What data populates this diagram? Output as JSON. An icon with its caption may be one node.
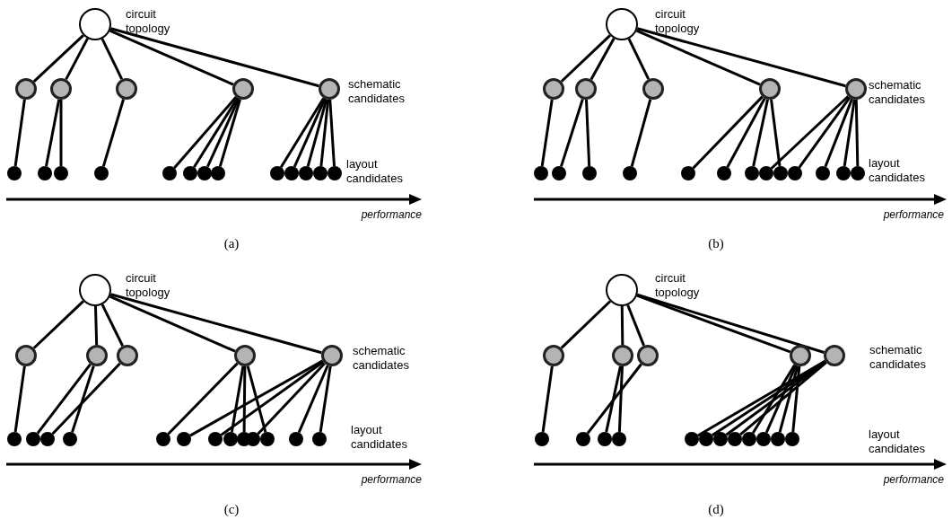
{
  "diagram": {
    "nodes": [
      {
        "text": [],
        "shape": "circle",
        "beside": [
          "circuit topology"
        ]
      },
      {
        "text": [],
        "shape": "circle"
      },
      {
        "text": [],
        "shape": "circle"
      },
      {
        "text": [],
        "shape": "circle"
      },
      {
        "text": [],
        "shape": "circle"
      },
      {
        "text": [],
        "shape": "circle",
        "beside": [
          "schematic candidates"
        ]
      },
      {
        "text": [],
        "shape": "circle"
      },
      {
        "text": [],
        "shape": "circle"
      },
      {
        "text": [],
        "shape": "circle"
      },
      {
        "text": [],
        "shape": "circle"
      },
      {
        "text": [],
        "shape": "circle"
      },
      {
        "text": [],
        "shape": "circle"
      },
      {
        "text": [],
        "shape": "circle"
      },
      {
        "text": [],
        "shape": "circle"
      },
      {
        "text": [],
        "shape": "circle"
      },
      {
        "text": [],
        "shape": "circle"
      },
      {
        "text": [],
        "shape": "circle"
      },
      {
        "text": [],
        "shape": "circle"
      },
      {
        "text": [],
        "shape": "circle",
        "beside": [
          "layout candidates"
        ]
      },
      {
        "text": [],
        "shape": "circle",
        "beside": [
          "circuit topology"
        ]
      },
      {
        "text": [],
        "shape": "circle"
      },
      {
        "text": [],
        "shape": "circle"
      },
      {
        "text": [],
        "shape": "circle"
      },
      {
        "text": [],
        "shape": "circle"
      },
      {
        "text": [],
        "shape": "circle",
        "beside": [
          "schematic candidates"
        ]
      },
      {
        "text": [],
        "shape": "circle"
      },
      {
        "text": [],
        "shape": "circle"
      },
      {
        "text": [],
        "shape": "circle"
      },
      {
        "text": [],
        "shape": "circle"
      },
      {
        "text": [],
        "shape": "circle"
      },
      {
        "text": [],
        "shape": "circle"
      },
      {
        "text": [],
        "shape": "circle"
      },
      {
        "text": [],
        "shape": "circle"
      },
      {
        "text": [],
        "shape": "circle"
      },
      {
        "text": [],
        "shape": "circle"
      },
      {
        "text": [],
        "shape": "circle"
      },
      {
        "text": [],
        "shape": "circle"
      },
      {
        "text": [],
        "shape": "circle",
        "beside": [
          "layout candidates"
        ]
      },
      {
        "text": [],
        "shape": "circle",
        "beside": [
          "circuit topology"
        ]
      },
      {
        "text": [],
        "shape": "circle"
      },
      {
        "text": [],
        "shape": "circle"
      },
      {
        "text": [],
        "shape": "circle"
      },
      {
        "text": [],
        "shape": "circle"
      },
      {
        "text": [],
        "shape": "circle",
        "beside": [
          "schematic candidates"
        ]
      },
      {
        "text": [],
        "shape": "circle"
      },
      {
        "text": [],
        "shape": "circle"
      },
      {
        "text": [],
        "shape": "circle"
      },
      {
        "text": [],
        "shape": "circle"
      },
      {
        "text": [],
        "shape": "circle"
      },
      {
        "text": [],
        "shape": "circle"
      },
      {
        "text": [],
        "shape": "circle"
      },
      {
        "text": [],
        "shape": "circle"
      },
      {
        "text": [],
        "shape": "circle"
      },
      {
        "text": [],
        "shape": "circle"
      },
      {
        "text": [],
        "shape": "circle"
      },
      {
        "text": [],
        "shape": "circle"
      },
      {
        "text": [],
        "shape": "circle",
        "beside": [
          "layout candidates"
        ]
      },
      {
        "text": [],
        "shape": "circle",
        "beside": [
          "circuit topology"
        ]
      },
      {
        "text": [],
        "shape": "circle"
      },
      {
        "text": [],
        "shape": "circle"
      },
      {
        "text": [],
        "shape": "circle"
      },
      {
        "text": [],
        "shape": "circle"
      },
      {
        "text": [],
        "shape": "circle",
        "beside": [
          "schematic candidates"
        ]
      },
      {
        "text": [],
        "shape": "circle"
      },
      {
        "text": [],
        "shape": "circle"
      },
      {
        "text": [],
        "shape": "circle"
      },
      {
        "text": [],
        "shape": "circle"
      },
      {
        "text": [],
        "shape": "circle"
      },
      {
        "text": [],
        "shape": "circle"
      },
      {
        "text": [],
        "shape": "circle"
      },
      {
        "text": [],
        "shape": "circle"
      },
      {
        "text": [],
        "shape": "circle"
      },
      {
        "text": [],
        "shape": "circle"
      },
      {
        "text": [],
        "shape": "circle"
      },
      {
        "text": [],
        "shape": "circle"
      }
    ],
    "edges": [
      {
        "from": 0,
        "to": 1,
        "arrow": "none"
      },
      {
        "from": 0,
        "to": 2,
        "arrow": "none"
      },
      {
        "from": 0,
        "to": 3,
        "arrow": "none"
      },
      {
        "from": 0,
        "to": 4,
        "arrow": "none"
      },
      {
        "from": 0,
        "to": 5,
        "arrow": "none"
      },
      {
        "from": 1,
        "to": 6,
        "arrow": "none"
      },
      {
        "from": 2,
        "to": 7,
        "arrow": "none"
      },
      {
        "from": 2,
        "to": 8,
        "arrow": "none"
      },
      {
        "from": 3,
        "to": 9,
        "arrow": "none"
      },
      {
        "from": 4,
        "to": 10,
        "arrow": "none"
      },
      {
        "from": 4,
        "to": 11,
        "arrow": "none"
      },
      {
        "from": 4,
        "to": 12,
        "arrow": "none"
      },
      {
        "from": 4,
        "to": 13,
        "arrow": "none"
      },
      {
        "from": 5,
        "to": 14,
        "arrow": "none"
      },
      {
        "from": 5,
        "to": 15,
        "arrow": "none"
      },
      {
        "from": 5,
        "to": 16,
        "arrow": "none"
      },
      {
        "from": 5,
        "to": 17,
        "arrow": "none"
      },
      {
        "from": 5,
        "to": 18,
        "arrow": "none"
      },
      {
        "from": 19,
        "to": 20,
        "arrow": "none"
      },
      {
        "from": 19,
        "to": 21,
        "arrow": "none"
      },
      {
        "from": 19,
        "to": 22,
        "arrow": "none"
      },
      {
        "from": 19,
        "to": 23,
        "arrow": "none"
      },
      {
        "from": 19,
        "to": 24,
        "arrow": "none"
      },
      {
        "from": 20,
        "to": 25,
        "arrow": "none"
      },
      {
        "from": 21,
        "to": 26,
        "arrow": "none"
      },
      {
        "from": 21,
        "to": 27,
        "arrow": "none"
      },
      {
        "from": 22,
        "to": 28,
        "arrow": "none"
      },
      {
        "from": 23,
        "to": 29,
        "arrow": "none"
      },
      {
        "from": 23,
        "to": 30,
        "arrow": "none"
      },
      {
        "from": 23,
        "to": 31,
        "arrow": "none"
      },
      {
        "from": 23,
        "to": 33,
        "arrow": "none"
      },
      {
        "from": 24,
        "to": 32,
        "arrow": "none"
      },
      {
        "from": 24,
        "to": 34,
        "arrow": "none"
      },
      {
        "from": 24,
        "to": 35,
        "arrow": "none"
      },
      {
        "from": 24,
        "to": 36,
        "arrow": "none"
      },
      {
        "from": 24,
        "to": 37,
        "arrow": "none"
      },
      {
        "from": 38,
        "to": 39,
        "arrow": "none"
      },
      {
        "from": 38,
        "to": 40,
        "arrow": "none"
      },
      {
        "from": 38,
        "to": 41,
        "arrow": "none"
      },
      {
        "from": 38,
        "to": 42,
        "arrow": "none"
      },
      {
        "from": 38,
        "to": 43,
        "arrow": "none"
      },
      {
        "from": 39,
        "to": 44,
        "arrow": "none"
      },
      {
        "from": 40,
        "to": 45,
        "arrow": "none"
      },
      {
        "from": 40,
        "to": 47,
        "arrow": "none"
      },
      {
        "from": 41,
        "to": 46,
        "arrow": "none"
      },
      {
        "from": 42,
        "to": 48,
        "arrow": "none"
      },
      {
        "from": 42,
        "to": 51,
        "arrow": "none"
      },
      {
        "from": 42,
        "to": 52,
        "arrow": "none"
      },
      {
        "from": 42,
        "to": 54,
        "arrow": "none"
      },
      {
        "from": 43,
        "to": 49,
        "arrow": "none"
      },
      {
        "from": 43,
        "to": 50,
        "arrow": "none"
      },
      {
        "from": 43,
        "to": 53,
        "arrow": "none"
      },
      {
        "from": 43,
        "to": 55,
        "arrow": "none"
      },
      {
        "from": 43,
        "to": 56,
        "arrow": "none"
      },
      {
        "from": 57,
        "to": 58,
        "arrow": "none"
      },
      {
        "from": 57,
        "to": 59,
        "arrow": "none"
      },
      {
        "from": 57,
        "to": 60,
        "arrow": "none"
      },
      {
        "from": 57,
        "to": 61,
        "arrow": "none"
      },
      {
        "from": 57,
        "to": 62,
        "arrow": "none"
      },
      {
        "from": 58,
        "to": 63,
        "arrow": "none"
      },
      {
        "from": 59,
        "to": 65,
        "arrow": "none"
      },
      {
        "from": 59,
        "to": 66,
        "arrow": "none"
      },
      {
        "from": 60,
        "to": 64,
        "arrow": "none"
      },
      {
        "from": 61,
        "to": 71,
        "arrow": "none"
      },
      {
        "from": 61,
        "to": 72,
        "arrow": "none"
      },
      {
        "from": 61,
        "to": 73,
        "arrow": "none"
      },
      {
        "from": 61,
        "to": 74,
        "arrow": "none"
      },
      {
        "from": 62,
        "to": 67,
        "arrow": "none"
      },
      {
        "from": 62,
        "to": 68,
        "arrow": "none"
      },
      {
        "from": 62,
        "to": 69,
        "arrow": "none"
      },
      {
        "from": 62,
        "to": 70,
        "arrow": "none"
      }
    ],
    "labels": [
      "performance",
      "performance",
      "(a)",
      "(b)",
      "layout candidates",
      "performance",
      "performance",
      "(c)",
      "(d)"
    ]
  }
}
